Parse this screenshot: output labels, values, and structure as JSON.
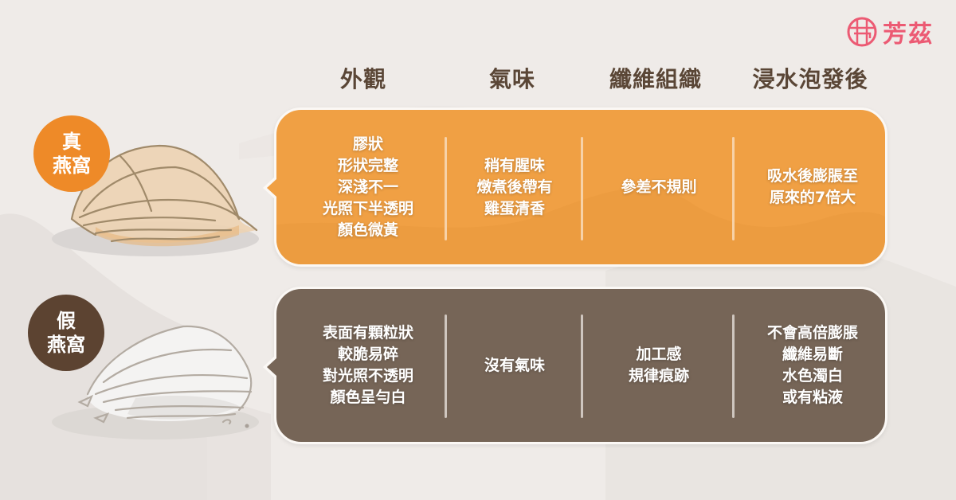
{
  "brand": {
    "logo_text": "芳茲",
    "logo_icon": "fangzi-mark-icon",
    "color": "#ec5a73"
  },
  "columns": [
    {
      "label": "外觀"
    },
    {
      "label": "氣味"
    },
    {
      "label": "纖維組織"
    },
    {
      "label": "浸水泡發後"
    }
  ],
  "rows": {
    "true_nest": {
      "badge_line1": "真",
      "badge_line2": "燕窩",
      "badge_color": "#ee8a28",
      "panel_color": "#f0a044",
      "cells": [
        {
          "lines": [
            "膠狀",
            "形狀完整",
            "深淺不一",
            "光照下半透明",
            "顏色微黃"
          ]
        },
        {
          "lines": [
            "稍有腥味",
            "燉煮後帶有",
            "雞蛋清香"
          ]
        },
        {
          "lines": [
            "參差不規則"
          ]
        },
        {
          "lines": [
            "吸水後膨脹至",
            "原來的7倍大"
          ]
        }
      ]
    },
    "fake_nest": {
      "badge_line1": "假",
      "badge_line2": "燕窩",
      "badge_color": "#5c4331",
      "panel_color": "#766557",
      "cells": [
        {
          "lines": [
            "表面有顆粒狀",
            "較脆易碎",
            "對光照不透明",
            "顏色呈勻白"
          ]
        },
        {
          "lines": [
            "沒有氣味"
          ]
        },
        {
          "lines": [
            "加工感",
            "規律痕跡"
          ]
        },
        {
          "lines": [
            "不會高倍膨脹",
            "纖維易斷",
            "水色濁白",
            "或有粘液"
          ]
        }
      ]
    }
  },
  "colors": {
    "background": "#efebe8",
    "header_text": "#5a4636"
  }
}
